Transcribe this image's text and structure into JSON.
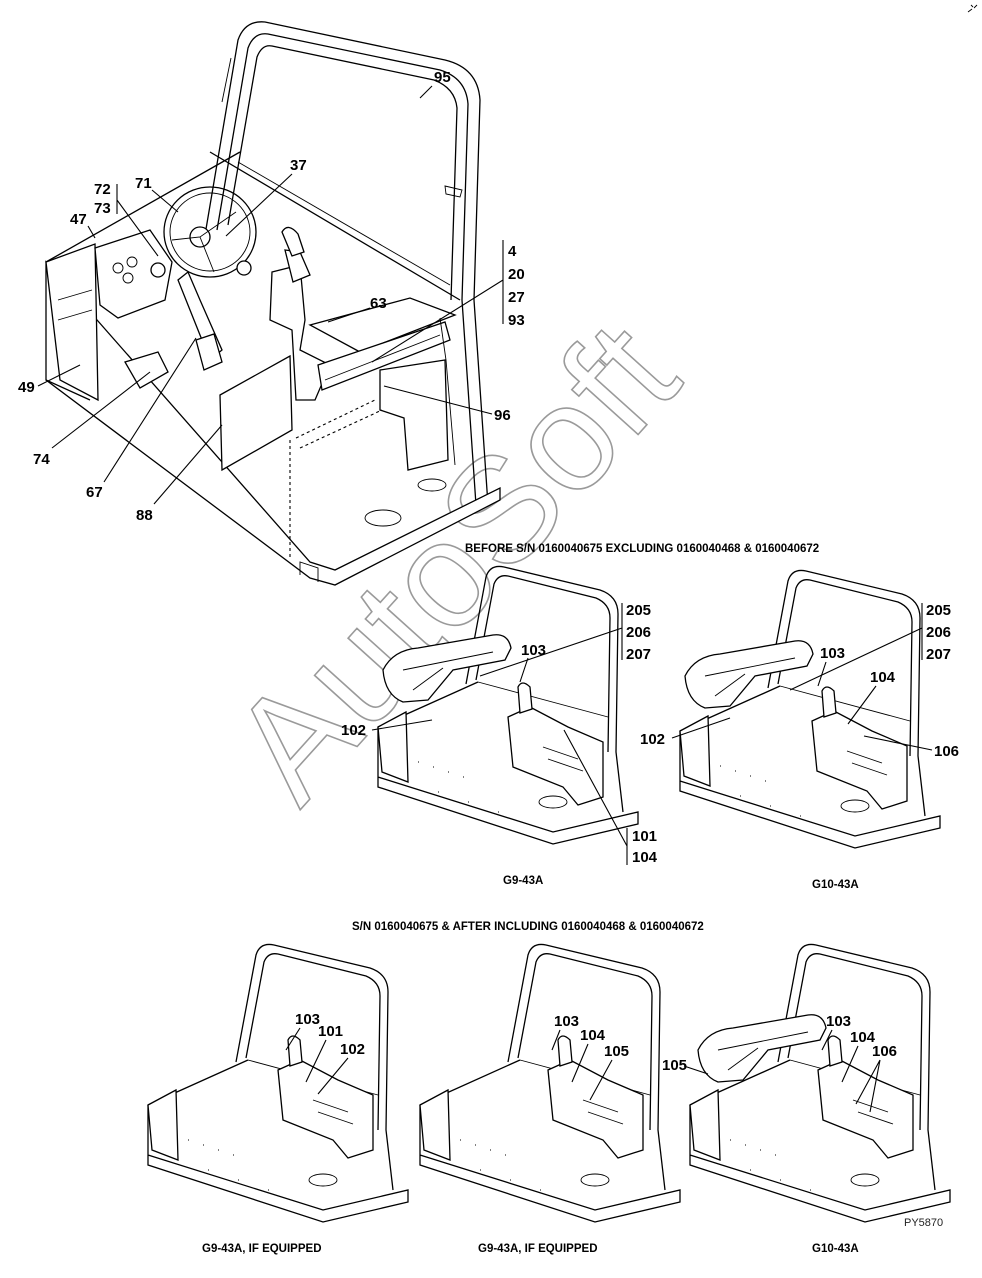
{
  "watermark": "AutoSoft",
  "captions": {
    "before_sn": "BEFORE S/N 0160040675 EXCLUDING 0160040468 & 0160040672",
    "after_sn": "S/N 0160040675 & AFTER INCLUDING 0160040468 & 0160040672",
    "fig_before_left": "G9-43A",
    "fig_before_right": "G10-43A",
    "fig_after_1": "G9-43A, IF EQUIPPED",
    "fig_after_2": "G9-43A, IF EQUIPPED",
    "fig_after_3": "G10-43A"
  },
  "reference_code": "PY5870",
  "callouts": {
    "main": {
      "c95": "95",
      "c37": "37",
      "c71": "71",
      "c72": "72",
      "c73": "73",
      "c47": "47",
      "c4": "4",
      "c20": "20",
      "c27": "27",
      "c93": "93",
      "c63": "63",
      "c49": "49",
      "c96": "96",
      "c74": "74",
      "c67": "67",
      "c88": "88"
    },
    "before_left": {
      "c205": "205",
      "c206": "206",
      "c207": "207",
      "c103": "103",
      "c102": "102",
      "c101": "101",
      "c104": "104"
    },
    "before_right": {
      "c205": "205",
      "c206": "206",
      "c207": "207",
      "c103": "103",
      "c104": "104",
      "c102": "102",
      "c106": "106"
    },
    "after_1": {
      "c103": "103",
      "c101": "101",
      "c102": "102"
    },
    "after_2": {
      "c103": "103",
      "c104": "104",
      "c105": "105"
    },
    "after_3": {
      "c103": "103",
      "c104": "104",
      "c106": "106",
      "c105": "105"
    }
  }
}
